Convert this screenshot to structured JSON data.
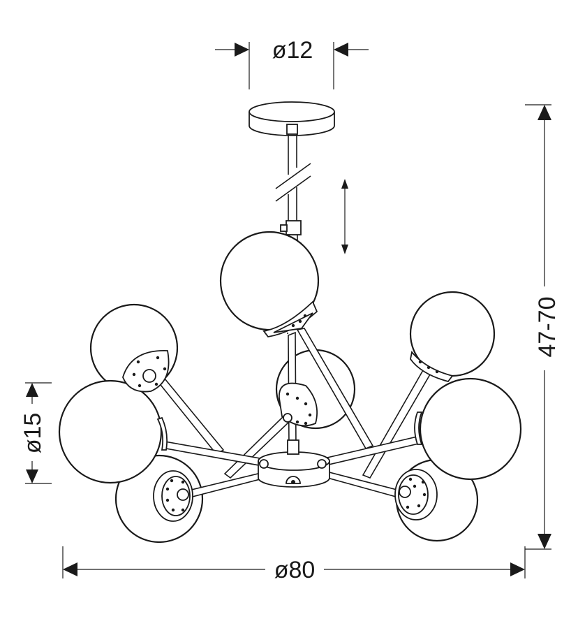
{
  "dimensions": {
    "canopy_diameter": "ø12",
    "globe_diameter": "ø15",
    "total_width": "ø80",
    "height_range": "47-70"
  },
  "colors": {
    "line": "#1a1a1a",
    "background": "#ffffff"
  }
}
